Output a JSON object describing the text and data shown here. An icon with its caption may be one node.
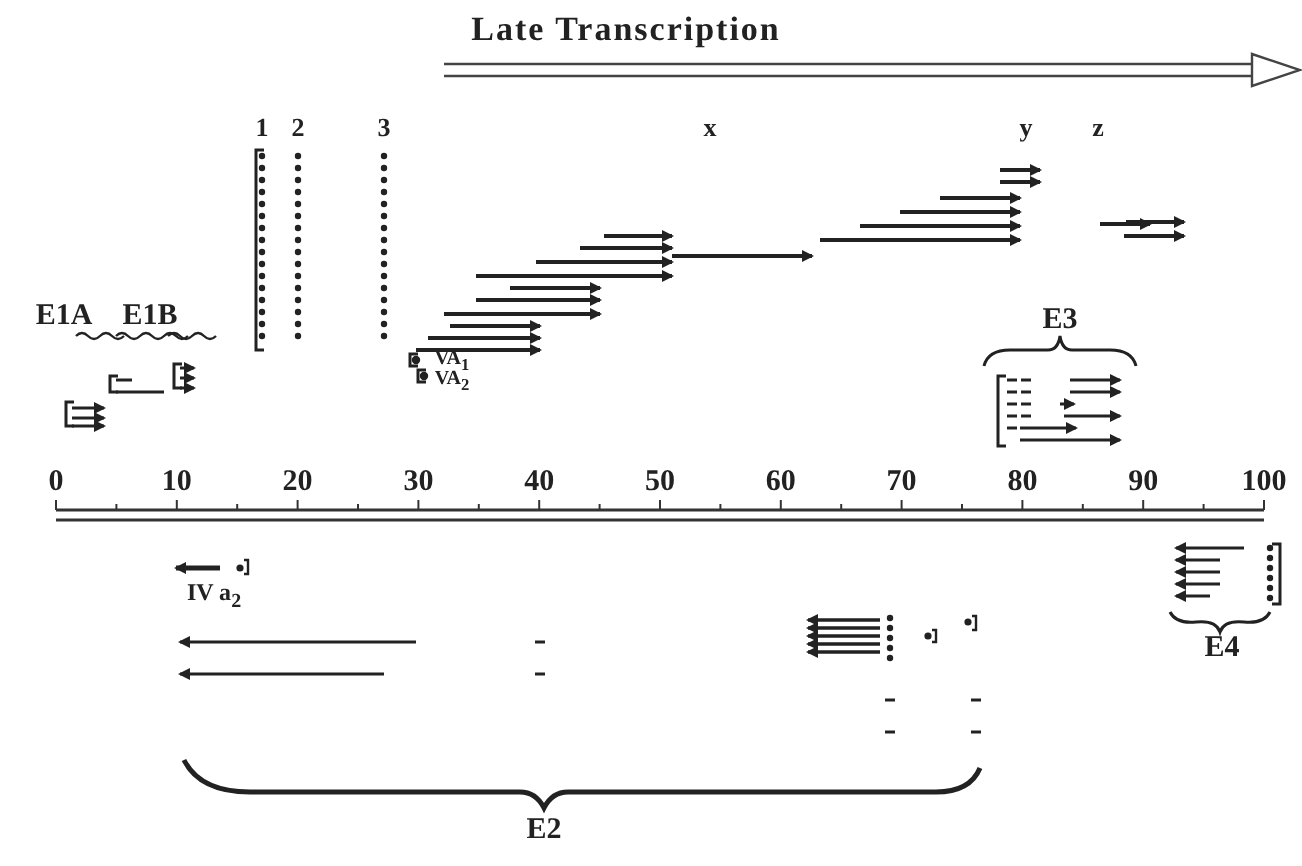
{
  "diagram": {
    "labels": [
      "Late Transcription",
      "1",
      "2",
      "3",
      "x",
      "y",
      "z",
      "E1A",
      "E1B",
      "E3",
      "VA$_{1}$",
      "VA$_{2}$",
      "0",
      "10",
      "20",
      "30",
      "40",
      "50",
      "60",
      "70",
      "80",
      "90",
      "100",
      "E4",
      "IV a$_{2}$",
      "E2"
    ]
  }
}
